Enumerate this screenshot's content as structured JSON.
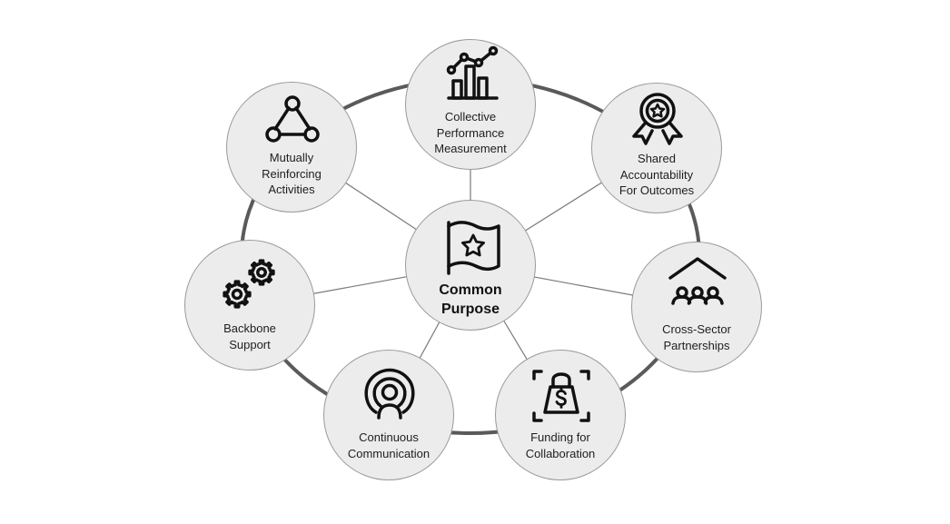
{
  "diagram": {
    "center": {
      "label_lines": [
        "Common",
        "Purpose"
      ],
      "icon": "flag-star-icon"
    },
    "nodes": [
      {
        "key": "performance",
        "label_lines": [
          "Collective",
          "Performance",
          "Measurement"
        ],
        "icon": "chart-icon"
      },
      {
        "key": "accountability",
        "label_lines": [
          "Shared",
          "Accountability",
          "For Outcomes"
        ],
        "icon": "award-ribbon-icon"
      },
      {
        "key": "partnerships",
        "label_lines": [
          "Cross-Sector",
          "Partnerships"
        ],
        "icon": "people-roof-icon"
      },
      {
        "key": "funding",
        "label_lines": [
          "Funding for",
          "Collaboration"
        ],
        "icon": "money-bag-icon"
      },
      {
        "key": "communication",
        "label_lines": [
          "Continuous",
          "Communication"
        ],
        "icon": "broadcast-person-icon"
      },
      {
        "key": "backbone",
        "label_lines": [
          "Backbone",
          "Support"
        ],
        "icon": "gears-icon"
      },
      {
        "key": "activities",
        "label_lines": [
          "Mutually",
          "Reinforcing",
          "Activities"
        ],
        "icon": "triangle-nodes-icon"
      }
    ],
    "colors": {
      "node_fill": "#ececec",
      "node_border": "#9a9a9a",
      "ring": "#5a5a5a",
      "spoke": "#7a7a7a",
      "icon": "#111111"
    }
  }
}
